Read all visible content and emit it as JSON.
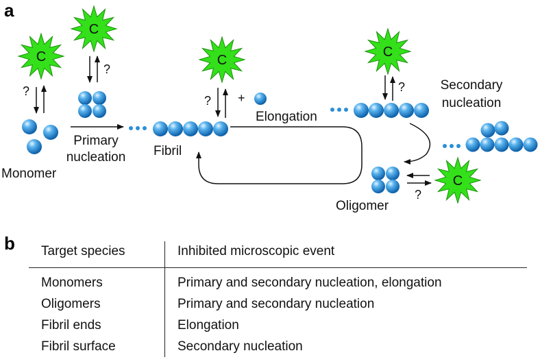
{
  "panels": {
    "a": "a",
    "b": "b"
  },
  "compound_label": "C",
  "question_mark": "?",
  "plus_sign": "+",
  "labels": {
    "monomer": "Monomer",
    "primary": "Primary",
    "nucleation": "nucleation",
    "fibril": "Fibril",
    "elongation": "Elongation",
    "secondary": "Secondary",
    "secondary_nucleation": "nucleation",
    "oligomer": "Oligomer"
  },
  "table": {
    "headers": [
      "Target species",
      "Inhibited microscopic event"
    ],
    "rows": [
      [
        "Monomers",
        "Primary and secondary nucleation, elongation"
      ],
      [
        "Oligomers",
        "Primary and secondary nucleation"
      ],
      [
        "Fibril ends",
        "Elongation"
      ],
      [
        "Fibril surface",
        "Secondary nucleation"
      ]
    ]
  },
  "colors": {
    "compound_fill": "#33e01a",
    "compound_stroke": "#1a8f0a",
    "sphere_light": "#bfe6ff",
    "sphere_mid": "#3aa2e6",
    "sphere_dark": "#0b5fa8",
    "dots": "#2b8fd6"
  }
}
